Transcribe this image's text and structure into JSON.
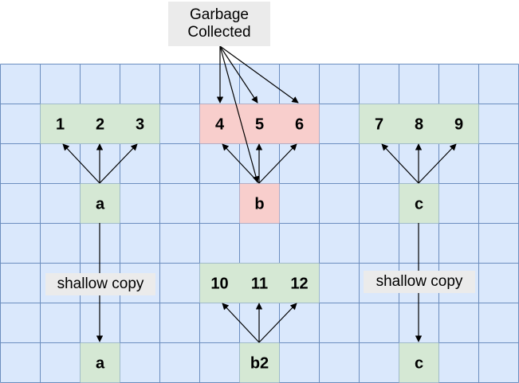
{
  "colors": {
    "grid_fill": "#dae8fc",
    "grid_line": "#6c8ebf",
    "green_fill": "#d5e8d4",
    "red_fill": "#f8cecc",
    "label_bg": "#ebebeb",
    "arrow": "#000000"
  },
  "annotations": {
    "garbage_line1": "Garbage",
    "garbage_line2": "Collected",
    "shallow_copy_left": "shallow copy",
    "shallow_copy_right": "shallow copy"
  },
  "boxes": [
    {
      "id": "n1",
      "text": "1",
      "status": "alive"
    },
    {
      "id": "n2",
      "text": "2",
      "status": "alive"
    },
    {
      "id": "n3",
      "text": "3",
      "status": "alive"
    },
    {
      "id": "n4",
      "text": "4",
      "status": "collected"
    },
    {
      "id": "n5",
      "text": "5",
      "status": "collected"
    },
    {
      "id": "n6",
      "text": "6",
      "status": "collected"
    },
    {
      "id": "n7",
      "text": "7",
      "status": "alive"
    },
    {
      "id": "n8",
      "text": "8",
      "status": "alive"
    },
    {
      "id": "n9",
      "text": "9",
      "status": "alive"
    },
    {
      "id": "var-a",
      "text": "a",
      "status": "alive"
    },
    {
      "id": "var-b",
      "text": "b",
      "status": "collected"
    },
    {
      "id": "var-c",
      "text": "c",
      "status": "alive"
    },
    {
      "id": "n10",
      "text": "10",
      "status": "alive"
    },
    {
      "id": "n11",
      "text": "11",
      "status": "alive"
    },
    {
      "id": "n12",
      "text": "12",
      "status": "alive"
    },
    {
      "id": "var-a-copy",
      "text": "a",
      "status": "alive"
    },
    {
      "id": "var-b2",
      "text": "b2",
      "status": "alive"
    },
    {
      "id": "var-c-copy",
      "text": "c",
      "status": "alive"
    }
  ]
}
